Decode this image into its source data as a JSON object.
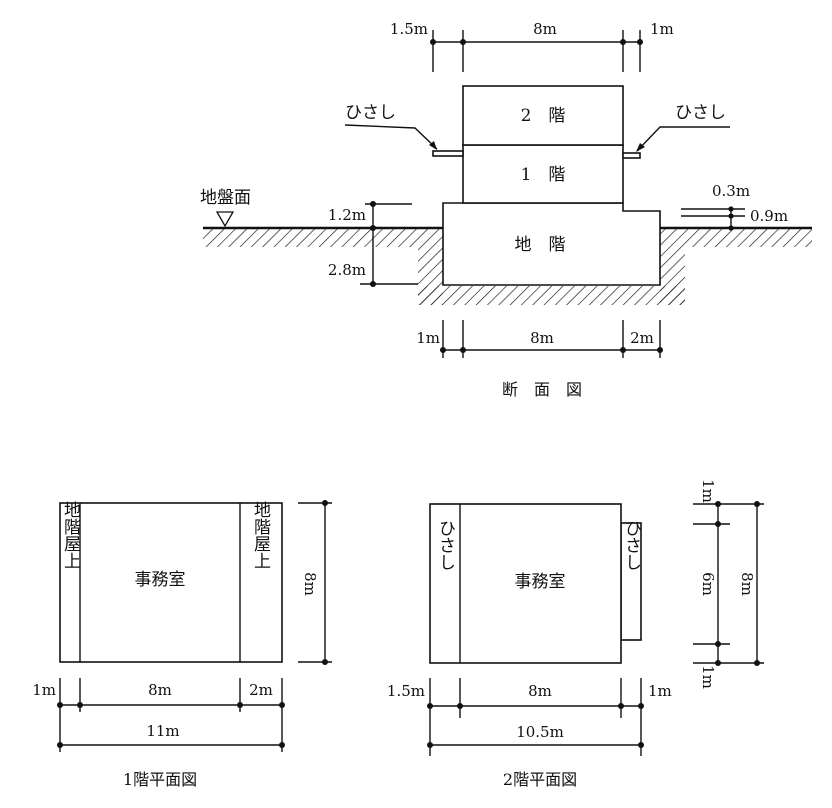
{
  "section": {
    "title": "断　面　図",
    "top_dims": {
      "left": "1.5m",
      "middle": "8m",
      "right": "1m"
    },
    "floor2": "2　階",
    "floor1": "1　階",
    "basement": "地　階",
    "eave_left": "ひさし",
    "eave_right": "ひさし",
    "ground_label": "地盤面",
    "height_above": "1.2m",
    "height_below": "2.8m",
    "step_a": "0.3m",
    "step_b": "0.9m",
    "bottom_dims": {
      "left": "1m",
      "middle": "8m",
      "right": "2m"
    }
  },
  "plan1": {
    "title": "1階平面図",
    "room": "事務室",
    "left_strip": "地階屋上",
    "right_strip": "地階屋上",
    "depth": "8m",
    "dims": {
      "left": "1m",
      "middle": "8m",
      "right": "2m",
      "total": "11m"
    }
  },
  "plan2": {
    "title": "2階平面図",
    "room": "事務室",
    "left_strip": "ひさし",
    "right_strip": "ひさし",
    "dims": {
      "left": "1.5m",
      "middle": "8m",
      "right": "1m",
      "total": "10.5m"
    },
    "vertical_dims": {
      "top": "1m",
      "middle": "6m",
      "bottom": "1m",
      "total": "8m"
    }
  }
}
